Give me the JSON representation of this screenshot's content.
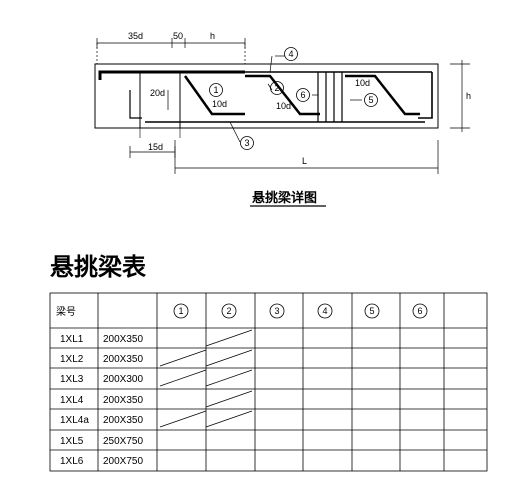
{
  "drawing": {
    "title": "悬挑梁详图",
    "dims": {
      "d35": "35d",
      "d50": "50",
      "h_top": "h",
      "d20": "20d",
      "d15": "15d",
      "len": "L",
      "h_side": "h",
      "d10a": "10d",
      "d10b": "10d",
      "d10c": "10d"
    },
    "markers": [
      "1",
      "2",
      "3",
      "4",
      "5",
      "6"
    ]
  },
  "table": {
    "title": "悬挑梁表",
    "header": {
      "id": "梁号",
      "size": "",
      "cols": [
        "1",
        "2",
        "3",
        "4",
        "5",
        "6"
      ]
    },
    "rows": [
      {
        "id": "1XL1",
        "size": "200X350"
      },
      {
        "id": "1XL2",
        "size": "200X350"
      },
      {
        "id": "1XL3",
        "size": "200X300"
      },
      {
        "id": "1XL4",
        "size": "200X350"
      },
      {
        "id": "1XL4a",
        "size": "200X350"
      },
      {
        "id": "1XL5",
        "size": "250X750"
      },
      {
        "id": "1XL6",
        "size": "200X750"
      }
    ]
  }
}
